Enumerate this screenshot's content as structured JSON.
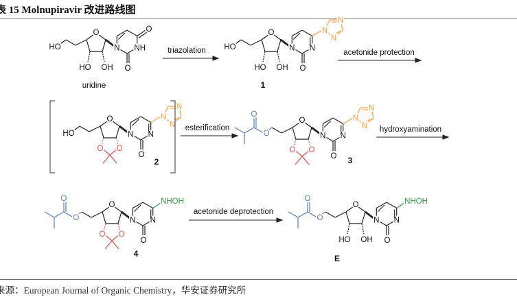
{
  "title": "表 15 Molnupiravir 改进路线图",
  "source": "来源：European Journal of Organic Chemistry，华安证券研究所",
  "reagents": {
    "step1": "triazolation",
    "step2": "acetonide protection",
    "step3": "esterification",
    "step4": "hydroxyamination",
    "step5": "acetonide deprotection"
  },
  "compounds": {
    "uridine": "uridine",
    "c1": "1",
    "c2": "2",
    "c3": "3",
    "c4": "4",
    "cE": "E"
  },
  "atoms": {
    "HO": "HO",
    "OH": "OH",
    "O": "O",
    "N": "N",
    "NH": "NH",
    "NHOH": "NHOH"
  },
  "colors": {
    "bond": "#222222",
    "triazole": "#f0a040",
    "acetonide": "#e05050",
    "ester": "#5b7fc0",
    "nhoh": "#3a9a4a"
  }
}
